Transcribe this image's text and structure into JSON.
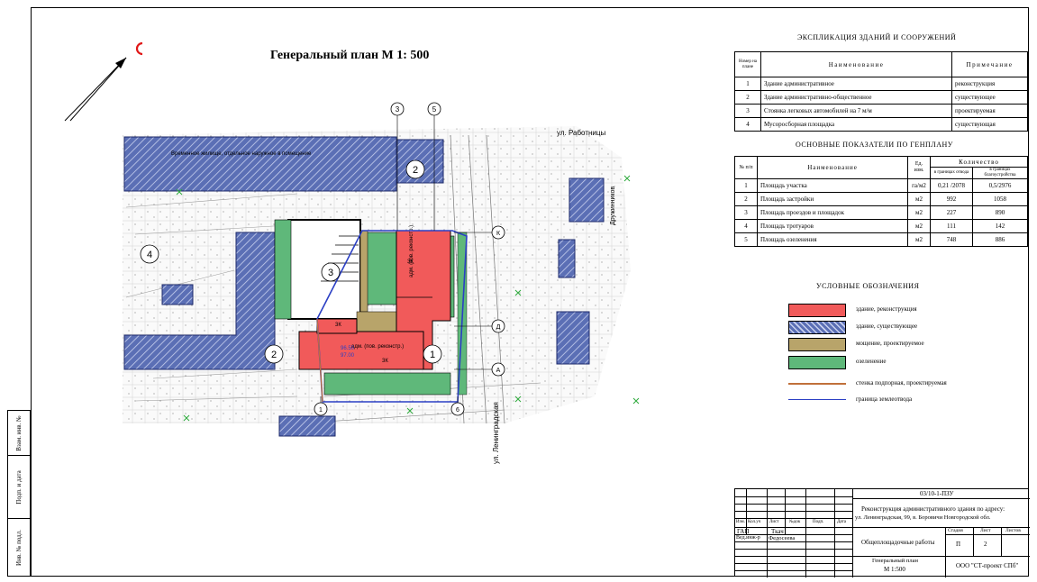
{
  "plan_title": "Генеральный план   М 1: 500",
  "street_labels": {
    "rabotnitsy": "ул. Работницы",
    "leningradskaya": "ул. Ленинградская",
    "druzhinnikov": "Дружинников",
    "top_building": "Временное жилище, отдельное наружное в помещение"
  },
  "building_labels": [
    {
      "id": "bld-1",
      "text": "1"
    },
    {
      "id": "bld-2-top",
      "text": "2"
    },
    {
      "id": "bld-2-left",
      "text": "2"
    },
    {
      "id": "bld-3",
      "text": "3"
    },
    {
      "id": "bld-4",
      "text": "4"
    }
  ],
  "axis_labels": [
    "3",
    "5",
    "К",
    "Д",
    "А",
    "1",
    "6"
  ],
  "building_annotations": [
    "адм. (пов. реконстр.)",
    "адм. (пов. реконстр.)",
    "3К",
    "3К",
    "3К",
    "96.50",
    "97.00"
  ],
  "explication": {
    "title": "ЭКСПЛИКАЦИЯ ЗДАНИЙ И СООРУЖЕНИЙ",
    "headers": [
      "Номер на плане",
      "Наименование",
      "Примечание"
    ],
    "rows": [
      {
        "num": "1",
        "name": "Здание административное",
        "note": "реконструкция"
      },
      {
        "num": "2",
        "name": "Здание административно-общественное",
        "note": "существующее"
      },
      {
        "num": "3",
        "name": "Стоянка легковых автомобилей на 7 м/м",
        "note": "проектируемая"
      },
      {
        "num": "4",
        "name": "Мусоросборная площадка",
        "note": "существующая"
      }
    ]
  },
  "indicators": {
    "title": "ОСНОВНЫЕ   ПОКАЗАТЕЛИ   ПО   ГЕНПЛАНУ",
    "headers": {
      "num": "№ п/п",
      "name": "Наименование",
      "unit": "Ед. изм.",
      "qty": "Количество",
      "qty_a": "в границах отвода",
      "qty_b": "в границах благоустройства"
    },
    "rows": [
      {
        "num": "1",
        "name": "Площадь  участка",
        "unit": "га/м2",
        "a": "0,21 /2078",
        "b": "0,5/2976"
      },
      {
        "num": "2",
        "name": "Площадь   застройки",
        "unit": "м2",
        "a": "992",
        "b": "1058"
      },
      {
        "num": "3",
        "name": "Площадь проездов  и площадок",
        "unit": "м2",
        "a": "227",
        "b": "890"
      },
      {
        "num": "4",
        "name": "Площадь  тротуаров",
        "unit": "м2",
        "a": "111",
        "b": "142"
      },
      {
        "num": "5",
        "name": "Площадь  озеленения",
        "unit": "м2",
        "a": "748",
        "b": "886"
      }
    ]
  },
  "legend": {
    "title": "УСЛОВНЫЕ   ОБОЗНАЧЕНИЯ",
    "items": [
      {
        "kind": "swatch",
        "color": "#f15a5a",
        "hatch": false,
        "label": "здание, реконструкция"
      },
      {
        "kind": "swatch",
        "color": "#5b6fb5",
        "hatch": true,
        "label": "здание, существующее"
      },
      {
        "kind": "swatch",
        "color": "#b8a46a",
        "hatch": false,
        "label": "мощение, проектируемое"
      },
      {
        "kind": "swatch",
        "color": "#5fb87a",
        "hatch": false,
        "label": "озеленение"
      },
      {
        "kind": "line",
        "color": "#c0703a",
        "label": "стенка подпорная, проектируемая"
      },
      {
        "kind": "line",
        "color": "#2b3fc4",
        "label": "граница землеотвода"
      }
    ]
  },
  "title_block": {
    "code": "03/10-1-ПЗУ",
    "project": "Реконструкция административного здания по адресу:",
    "address": "ул. Ленинградская, 99, в. Боровичи Новгородской обл.",
    "column_headers": [
      "Изм.",
      "Кол.уч",
      "Лист",
      "№док",
      "Подп.",
      "Дата"
    ],
    "roles": [
      {
        "role": "ГАП",
        "name": "Ткач"
      },
      {
        "role": "Вед.инж-р",
        "name": "Федосеева"
      }
    ],
    "stage_headers": [
      "Стадия",
      "Лист",
      "Листов"
    ],
    "stage": "П",
    "sheet": "2",
    "sheet_title": "Общеплощадочные работы",
    "drawing_name": "Генеральный план",
    "scale": "М 1:500",
    "company": "ООО \"СТ-проект СПб\""
  },
  "stamp_strip": [
    "Взам. инв. №",
    "Подп. и дата",
    "Инв. № подл."
  ]
}
